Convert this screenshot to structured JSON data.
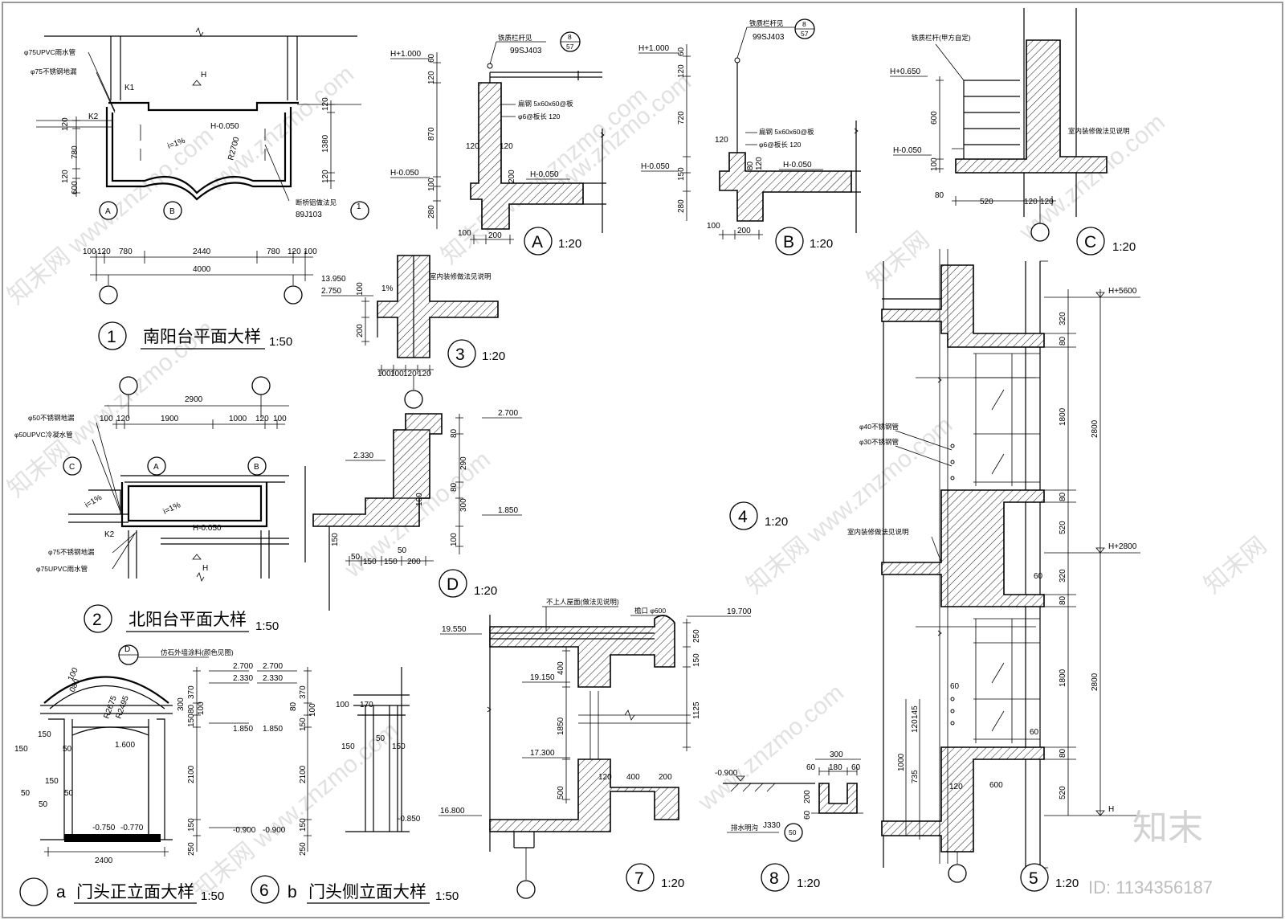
{
  "texts": {
    "t1_num": "1",
    "t1": "南阳台平面大样",
    "t1_scale": "1:50",
    "t2_num": "2",
    "t2": "北阳台平面大样",
    "t2_scale": "1:50",
    "t3_num": "3",
    "t3_scale": "1:20",
    "t4_num": "4",
    "t4_scale": "1:20",
    "t5_num": "5",
    "t5_scale": "1:20",
    "t6a": "门头正立面大样",
    "t6a_letter": "a",
    "t6a_scale": "1:50",
    "t6_num": "6",
    "t6b_letter": "b",
    "t6b": "门头侧立面大样",
    "t6b_scale": "1:50",
    "t7_num": "7",
    "t7_scale": "1:20",
    "t8_num": "8",
    "t8_scale": "1:20",
    "tA": "A",
    "tA_scale": "1:20",
    "tB": "B",
    "tB_scale": "1:20",
    "tC": "C",
    "tC_scale": "1:20",
    "tD": "D",
    "tD_scale": "1:20"
  },
  "plan1": {
    "pipe1": "φ75UPVC雨水管",
    "pipe2": "φ75不锈钢地漏",
    "k1": "K1",
    "k2": "K2",
    "h": "H",
    "h_elev": "H-0.050",
    "slope": "i=1%",
    "radius": "R2700",
    "rail_note": "断桥铝做法见",
    "rail_ref": "89J103",
    "rail_ref_circle": "1",
    "grid_a": "A",
    "grid_b": "B",
    "dims_bottom": [
      "100",
      "120",
      "780",
      "2440",
      "780",
      "120",
      "100"
    ],
    "dim_total": "4000",
    "dims_left": [
      "120",
      "780",
      "120",
      "600"
    ],
    "dims_right": [
      "120",
      "1380",
      "120"
    ]
  },
  "plan2": {
    "pipe1": "φ50不锈钢地漏",
    "pipe2": "φ50UPVC冷凝水管",
    "pipe3": "φ75不锈钢地漏",
    "pipe4": "φ75UPVC雨水管",
    "k2": "K2",
    "h": "H",
    "h_elev": "H-0.050",
    "slope1": "i=1%",
    "slope2": "i=1%",
    "grid_c": "C",
    "grid_a": "A",
    "grid_b": "B",
    "dims_top": [
      "100",
      "120",
      "1900",
      "1000",
      "120",
      "100"
    ],
    "dim_total": "2900"
  },
  "secA": {
    "rail": "铁质栏杆见",
    "ref": "99SJ403",
    "ref_top": "8",
    "ref_bot": "57",
    "flat": "扁钢 5x60x60@板",
    "bar": "φ6@板长 120",
    "elev_top": "H+1.000",
    "elev_floor": "H-0.050",
    "elev_floor2": "H-0.050",
    "dims_v": [
      "60",
      "120",
      "870",
      "100",
      "280"
    ],
    "dims_small": [
      "120",
      "120",
      "200"
    ],
    "dims_h": [
      "100",
      "200"
    ]
  },
  "secB": {
    "rail": "铁质栏杆见",
    "ref": "99SJ403",
    "ref_top": "8",
    "ref_bot": "57",
    "flat": "扁钢 5x60x60@板",
    "bar": "φ6@板长 120",
    "elev_top": "H+1.000",
    "elev_floor": "H-0.050",
    "elev_floor2": "H-0.050",
    "dims_v": [
      "60",
      "120",
      "720",
      "150",
      "280"
    ],
    "dims_small": [
      "120",
      "80",
      "120"
    ],
    "dims_h": [
      "100",
      "200"
    ]
  },
  "secC": {
    "rail": "铁质栏杆(甲方自定)",
    "elev_top": "H+0.650",
    "elev_floor": "H-0.050",
    "wall_note": "室内装修做法见说明",
    "dims_v": [
      "600",
      "100"
    ],
    "dims_h": [
      "80",
      "520",
      "120",
      "120"
    ]
  },
  "sec3": {
    "elev1": "13.950",
    "elev2": "2.750",
    "slope": "1%",
    "note": "室内装修做法见说明",
    "dims_v": [
      "100",
      "200"
    ],
    "dims_h": [
      "100",
      "100",
      "120",
      "120"
    ]
  },
  "secD": {
    "elev1": "2.700",
    "elev2": "2.330",
    "elev3": "1.850",
    "dims_v": [
      "80",
      "290",
      "80",
      "300",
      "100"
    ],
    "dims_h": [
      "50",
      "150",
      "150",
      "200"
    ],
    "dims_small": [
      "100",
      "150",
      "50"
    ]
  },
  "sec5": {
    "elev_top": "H+5600",
    "elev_mid": "H+2800",
    "elev_bot": "H",
    "rail1": "φ40不锈钢管",
    "rail2": "φ30不锈钢管",
    "wall_note": "室内装修做法见说明",
    "dims_right": [
      "320",
      "80",
      "1800",
      "80",
      "520",
      "320",
      "80",
      "1800",
      "80",
      "520"
    ],
    "dims_total": [
      "2800",
      "2800"
    ],
    "dims_left": [
      "60",
      "120",
      "145",
      "1000",
      "735",
      "120"
    ],
    "dims_small": [
      "60",
      "60",
      "600"
    ]
  },
  "sec6": {
    "ref_d": "D",
    "note": "仿石外墙涂料(颜色见图)",
    "elev1": "2.700",
    "elev2": "2.330",
    "elev3": "1.850",
    "elev4": "1.600",
    "floor1": "-0.750",
    "floor2": "-0.770",
    "floor3": "-0.900",
    "floor4": "-0.900",
    "floor5": "-0.850",
    "radii": [
      "R2675",
      "R2495"
    ],
    "dims_v": [
      "370",
      "300",
      "80",
      "100",
      "150",
      "2100",
      "150",
      "250"
    ],
    "dims_left": [
      "150",
      "150",
      "50",
      "150",
      "50",
      "50",
      "50"
    ],
    "dims_b": [
      "370",
      "80",
      "100",
      "150",
      "2100",
      "150",
      "250"
    ],
    "dims_side": [
      "100",
      "170",
      "150",
      "50",
      "150"
    ],
    "width": "2400",
    "arc_top": "080",
    "arc_top2": "100"
  },
  "sec7": {
    "roof_note": "不上人屋面(做法见说明)",
    "gutter": "檐口 φ600",
    "elev1": "19.550",
    "elev2": "19.700",
    "elev3": "19.150",
    "elev4": "17.300",
    "elev5": "16.800",
    "dims_v": [
      "400",
      "1850",
      "500"
    ],
    "dims_right": [
      "250",
      "150",
      "1125"
    ],
    "dims_h": [
      "120",
      "400",
      "200"
    ]
  },
  "sec8": {
    "elev": "-0.900",
    "drain": "排水明沟",
    "ref": "J330",
    "ref_circle": "50",
    "dims_top": [
      "300",
      "60",
      "180",
      "60"
    ],
    "dims_side": [
      "200",
      "60"
    ]
  },
  "watermarks": [
    "知末网 www.znzmo.com",
    "www.znzmo.com",
    "知末网 www.znzmo.com",
    "www.znzmo.com",
    "知末网 www.znzmo.com",
    "知末网 www.znzmo.com",
    "www.znzmo.com",
    "知末网 www.znzmo.com",
    "www.znzmo.com",
    "知末网",
    "www.znzmo.com",
    "知末网"
  ],
  "brand": {
    "logo": "知末",
    "id": "ID: 1134356187"
  }
}
